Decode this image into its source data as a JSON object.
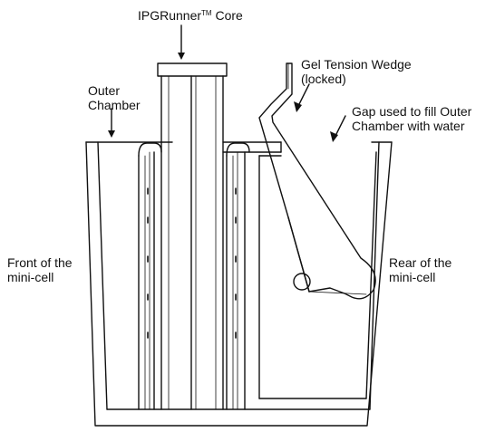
{
  "labels": {
    "core": {
      "text": "IPGRunner",
      "tm": "TM",
      "suffix": " Core"
    },
    "outer_chamber": [
      "Outer",
      "Chamber"
    ],
    "wedge": [
      "Gel Tension Wedge",
      "(locked)"
    ],
    "gap": [
      "Gap used to fill Outer",
      "Chamber with water"
    ],
    "front": [
      "Front of the",
      "mini-cell"
    ],
    "rear": [
      "Rear of the",
      "mini-cell"
    ]
  },
  "colors": {
    "stroke": "#111111",
    "background": "#ffffff"
  }
}
